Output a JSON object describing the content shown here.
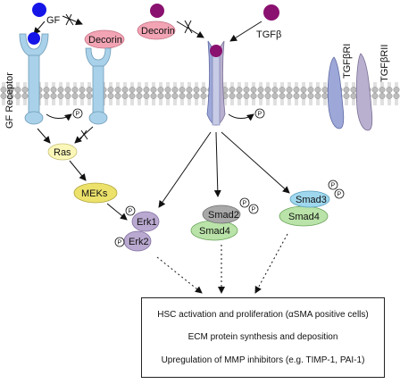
{
  "labels": {
    "gf": "GF",
    "gf_receptor": "GF Receptor",
    "decorin_left": "Decorin",
    "decorin_right": "Decorin",
    "tgfb": "TGFβ",
    "tgfbri": "TGFβRI",
    "tgfbrii": "TGFβRII",
    "ras": "Ras",
    "meks": "MEKs",
    "erk1": "Erk1",
    "erk2": "Erk2",
    "smad2": "Smad2",
    "smad4_a": "Smad4",
    "smad3": "Smad3",
    "smad4_b": "Smad4",
    "phospho": "P"
  },
  "outcomes": [
    "HSC activation and proliferation (αSMA positive cells)",
    "ECM protein synthesis and deposition",
    "Upregulation of MMP inhibitors (e.g. TIMP-1, PAI-1)"
  ],
  "colors": {
    "gf": "#1515e8",
    "tgfb": "#8a1170",
    "receptor": "#a9d2ea",
    "decorin": "#f2a4b4",
    "tgfbr": "#9da8d8",
    "ras": "#fbf7b8",
    "meks": "#ece26b",
    "erk": "#b9a8cf",
    "smad2": "#a8a8a8",
    "smad4": "#b9e3a8",
    "smad3": "#9fd8ee",
    "membrane": "#b8b8b8"
  }
}
